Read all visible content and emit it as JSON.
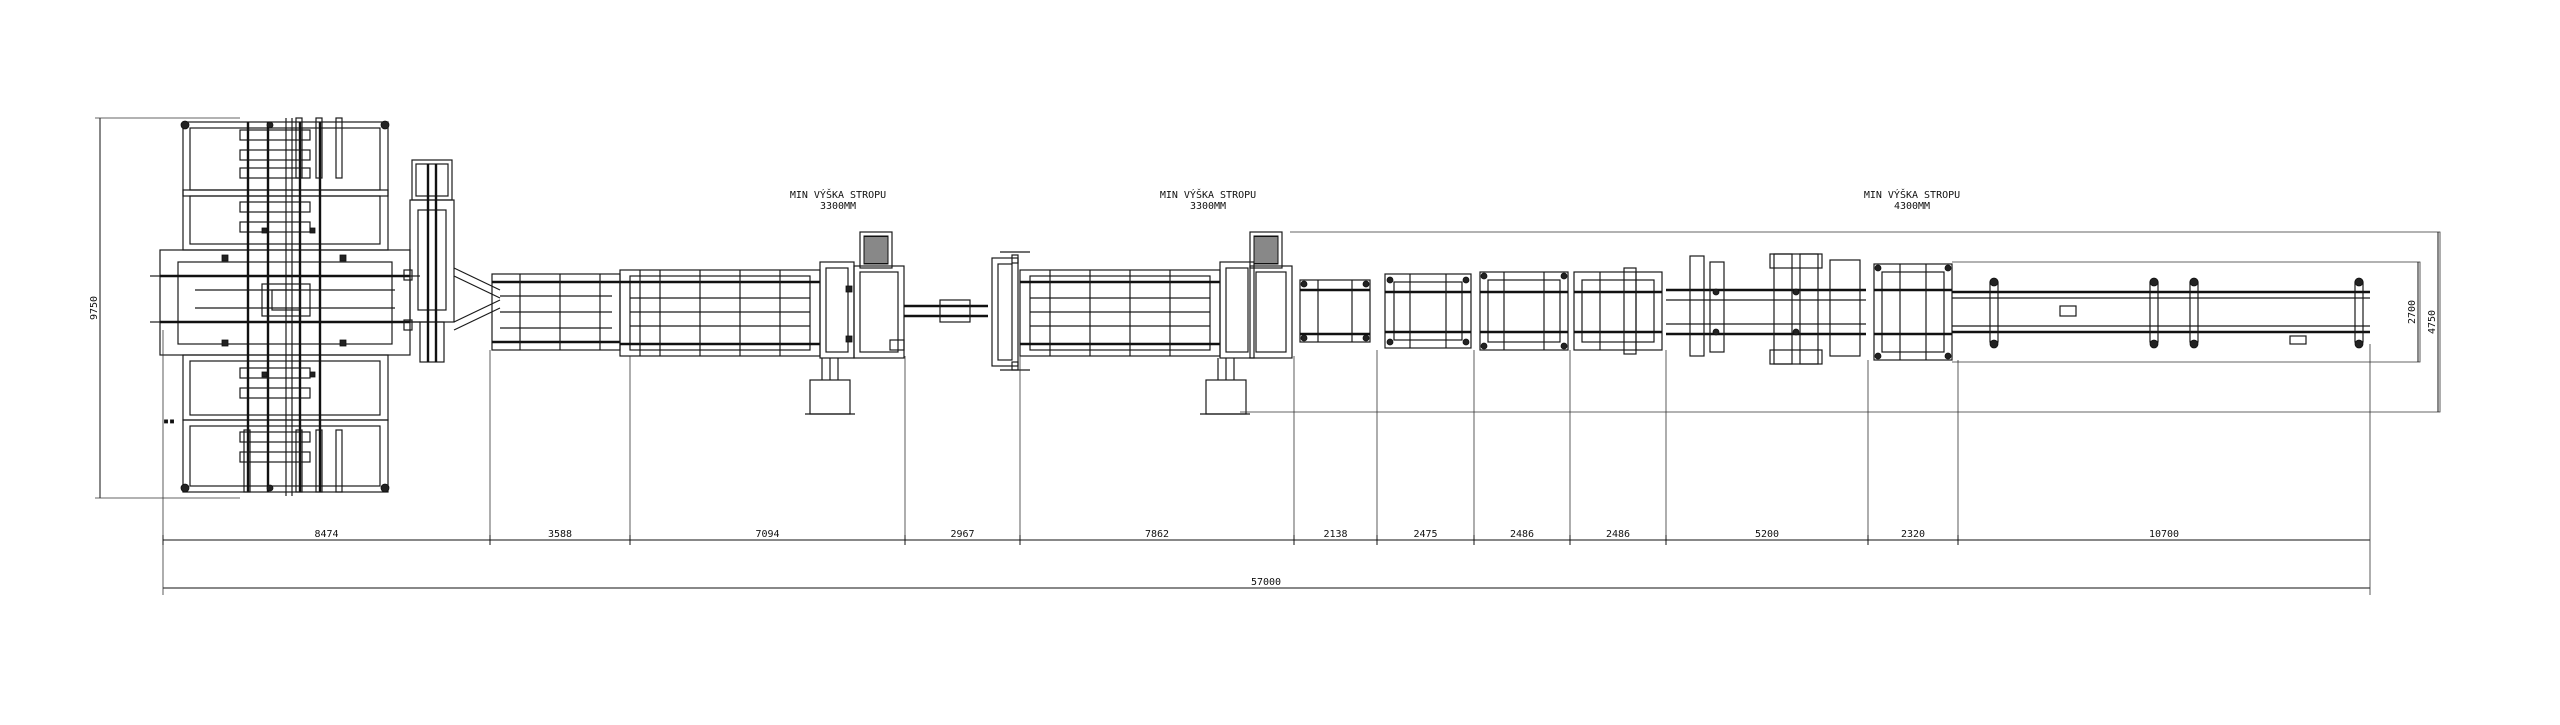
{
  "notes": [
    {
      "line1": "MIN VÝŠKA STROPU",
      "line2": "3300MM"
    },
    {
      "line1": "MIN VÝŠKA STROPU",
      "line2": "3300MM"
    },
    {
      "line1": "MIN VÝŠKA STROPU",
      "line2": "4300MM"
    }
  ],
  "dimensions": {
    "segments": [
      "8474",
      "3588",
      "7094",
      "2967",
      "7862",
      "2138",
      "2475",
      "2486",
      "2486",
      "5200",
      "2320",
      "10700"
    ],
    "total": "57000",
    "left_height": "9750",
    "right_inner": "2700",
    "right_outer": "4750"
  }
}
